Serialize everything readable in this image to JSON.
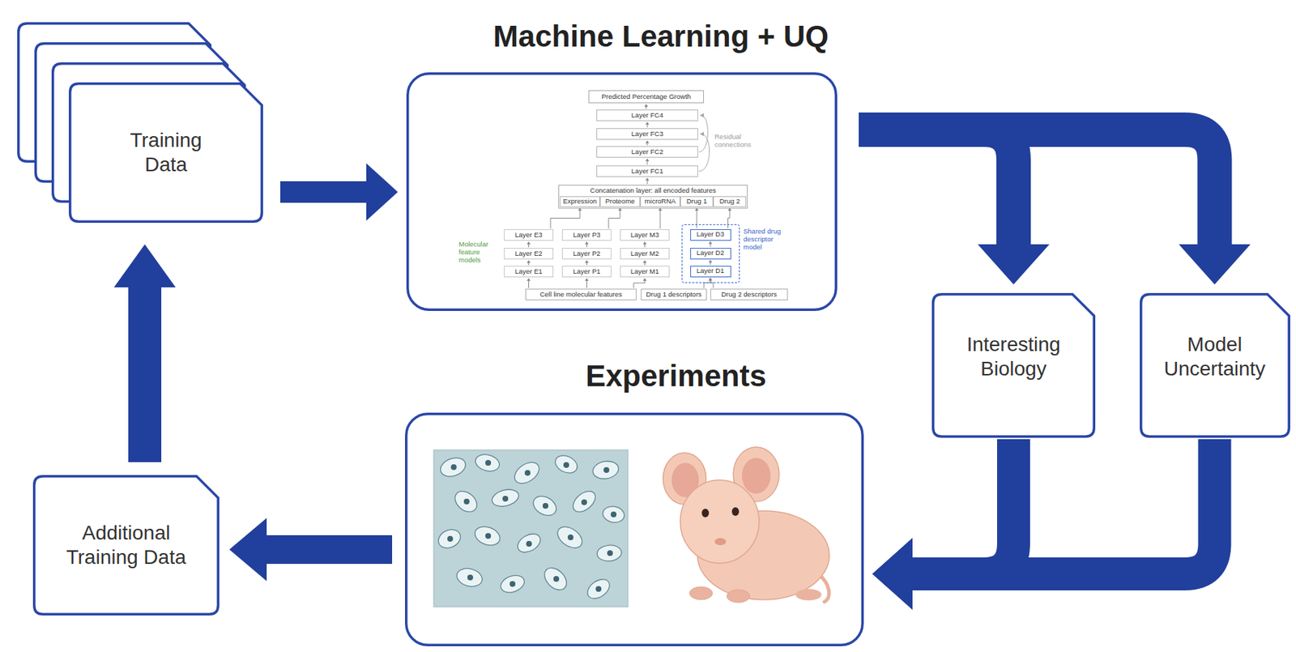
{
  "diagram": {
    "nodes": [
      {
        "text": [
          "Training Data"
        ]
      },
      {
        "text": [
          "Machine Learning + UQ"
        ]
      },
      {
        "text": [
          "Predicted Percentage Growth"
        ],
        "in": 1
      },
      {
        "text": [
          "Layer FC4"
        ],
        "in": 1
      },
      {
        "text": [
          "Layer FC3"
        ],
        "in": 1
      },
      {
        "text": [
          "Layer FC2"
        ],
        "in": 1
      },
      {
        "text": [
          "Layer FC1"
        ],
        "in": 1
      },
      {
        "text": [
          "Concatenation layer: all encoded features"
        ],
        "in": 1
      },
      {
        "text": [
          "Expression"
        ],
        "in": 7
      },
      {
        "text": [
          "Proteome"
        ],
        "in": 7
      },
      {
        "text": [
          "microRNA"
        ],
        "in": 7
      },
      {
        "text": [
          "Drug 1"
        ],
        "in": 7
      },
      {
        "text": [
          "Drug 2"
        ],
        "in": 7
      },
      {
        "text": [
          "Layer E3"
        ],
        "in": 1
      },
      {
        "text": [
          "Layer P3"
        ],
        "in": 1
      },
      {
        "text": [
          "Layer M3"
        ],
        "in": 1
      },
      {
        "text": [
          "Shared drug descriptor model"
        ],
        "in": 1
      },
      {
        "text": [
          "Layer D3"
        ],
        "in": 16
      },
      {
        "text": [
          "Layer E2"
        ],
        "in": 1
      },
      {
        "text": [
          "Layer P2"
        ],
        "in": 1
      },
      {
        "text": [
          "Layer M2"
        ],
        "in": 1
      },
      {
        "text": [
          "Layer D2"
        ],
        "in": 16
      },
      {
        "text": [
          "Layer E1"
        ],
        "in": 1
      },
      {
        "text": [
          "Layer P1"
        ],
        "in": 1
      },
      {
        "text": [
          "Layer M1"
        ],
        "in": 1
      },
      {
        "text": [
          "Layer D1"
        ],
        "in": 16
      },
      {
        "text": [
          "Cell line molecular features"
        ],
        "in": 1
      },
      {
        "text": [
          "Drug 1 descriptors"
        ],
        "in": 1
      },
      {
        "text": [
          "Drug 2 descriptors"
        ],
        "in": 1
      },
      {
        "text": [
          "Interesting Biology"
        ]
      },
      {
        "text": [
          "Model Uncertainty"
        ]
      },
      {
        "text": [
          "Experiments"
        ]
      },
      {
        "text": [
          "Additional Training Data"
        ]
      }
    ],
    "edges": [
      {
        "from": 0,
        "to": 1,
        "arrow": "to"
      },
      {
        "from": 1,
        "to": 29,
        "arrow": "to"
      },
      {
        "from": 1,
        "to": 30,
        "arrow": "to"
      },
      {
        "from": 29,
        "to": 31,
        "arrow": "to"
      },
      {
        "from": 30,
        "to": 31,
        "arrow": "to"
      },
      {
        "from": 31,
        "to": 32,
        "arrow": "to"
      },
      {
        "from": 32,
        "to": 0,
        "arrow": "to"
      },
      {
        "from": 6,
        "to": 5,
        "arrow": "to"
      },
      {
        "from": 5,
        "to": 4,
        "arrow": "to"
      },
      {
        "from": 4,
        "to": 3,
        "arrow": "to"
      },
      {
        "from": 3,
        "to": 2,
        "arrow": "to"
      },
      {
        "from": 7,
        "to": 6,
        "arrow": "to"
      },
      {
        "from": 22,
        "to": 18,
        "arrow": "to"
      },
      {
        "from": 18,
        "to": 13,
        "arrow": "to"
      },
      {
        "from": 23,
        "to": 19,
        "arrow": "to"
      },
      {
        "from": 19,
        "to": 14,
        "arrow": "to"
      },
      {
        "from": 24,
        "to": 20,
        "arrow": "to"
      },
      {
        "from": 20,
        "to": 15,
        "arrow": "to"
      },
      {
        "from": 25,
        "to": 21,
        "arrow": "to"
      },
      {
        "from": 21,
        "to": 17,
        "arrow": "to"
      },
      {
        "from": 13,
        "to": 8,
        "arrow": "to"
      },
      {
        "from": 14,
        "to": 9,
        "arrow": "to"
      },
      {
        "from": 15,
        "to": 10,
        "arrow": "to"
      },
      {
        "from": 17,
        "to": 11,
        "arrow": "to"
      },
      {
        "from": 17,
        "to": 12,
        "arrow": "to"
      },
      {
        "from": 26,
        "to": 22,
        "arrow": "to"
      },
      {
        "from": 26,
        "to": 23,
        "arrow": "to"
      },
      {
        "from": 26,
        "to": 24,
        "arrow": "to"
      },
      {
        "from": 27,
        "to": 25,
        "arrow": "to"
      },
      {
        "from": 28,
        "to": 25,
        "arrow": "to"
      }
    ],
    "labels": [
      "Residual connections",
      "Molecular feature models"
    ]
  }
}
